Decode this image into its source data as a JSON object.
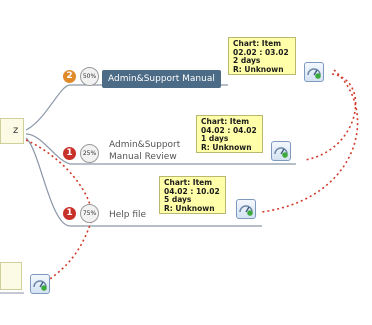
{
  "tasks": [
    {
      "priority": "2",
      "progress": "50%",
      "label": "Admin&Support Manual",
      "chart": {
        "title": "Chart: Item",
        "dates": "02.02 : 03.02",
        "duration": "2 days",
        "resource": "R: Unknown"
      }
    },
    {
      "priority": "1",
      "progress": "25%",
      "label_line1": "Admin&Support",
      "label_line2": "Manual Review",
      "chart": {
        "title": "Chart: Item",
        "dates": "04.02 : 04.02",
        "duration": "1 days",
        "resource": "R: Unknown"
      }
    },
    {
      "priority": "1",
      "progress": "75%",
      "label": "Help file",
      "chart": {
        "title": "Chart: Item",
        "dates": "04.02 : 10.02",
        "duration": "5 days",
        "resource": "R: Unknown"
      }
    }
  ],
  "parent_node": {
    "text_fragment": "z"
  },
  "colors": {
    "priority_orange": "#e08a2a",
    "priority_red": "#c8302a",
    "selected_label_bg": "#4c6b86",
    "chart_box_bg": "#ffffaa",
    "dependency_line": "#d23b2b",
    "branch_line": "#8a96a8"
  },
  "icons": [
    "chart-icon",
    "chart-icon",
    "chart-icon",
    "chart-icon"
  ]
}
